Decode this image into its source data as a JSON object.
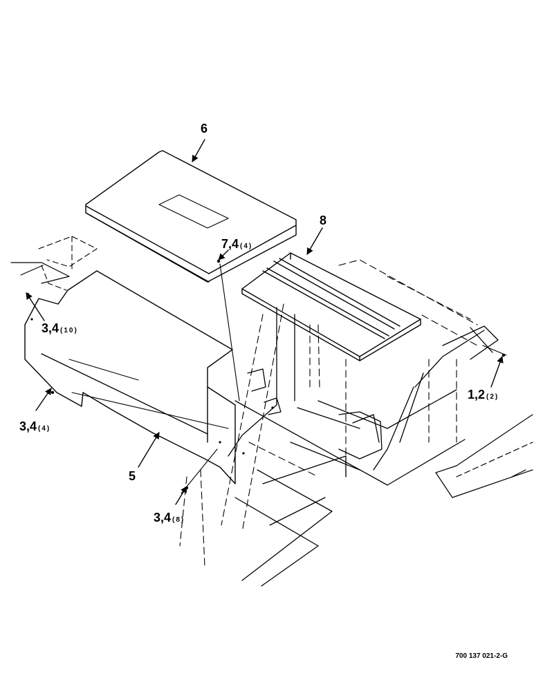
{
  "callouts": [
    {
      "id": "c6",
      "text": "6",
      "qty": ""
    },
    {
      "id": "c8",
      "text": "8",
      "qty": ""
    },
    {
      "id": "c74",
      "text": "7,4",
      "qty": "(4)"
    },
    {
      "id": "c34a",
      "text": "3,4",
      "qty": "(10)"
    },
    {
      "id": "c34b",
      "text": "3,4",
      "qty": "(4)"
    },
    {
      "id": "c5",
      "text": "5",
      "qty": ""
    },
    {
      "id": "c34c",
      "text": "3,4",
      "qty": "(8)"
    },
    {
      "id": "c12",
      "text": "1,2",
      "qty": "(2)"
    }
  ],
  "drawing_number": "700 137 021-2-G"
}
